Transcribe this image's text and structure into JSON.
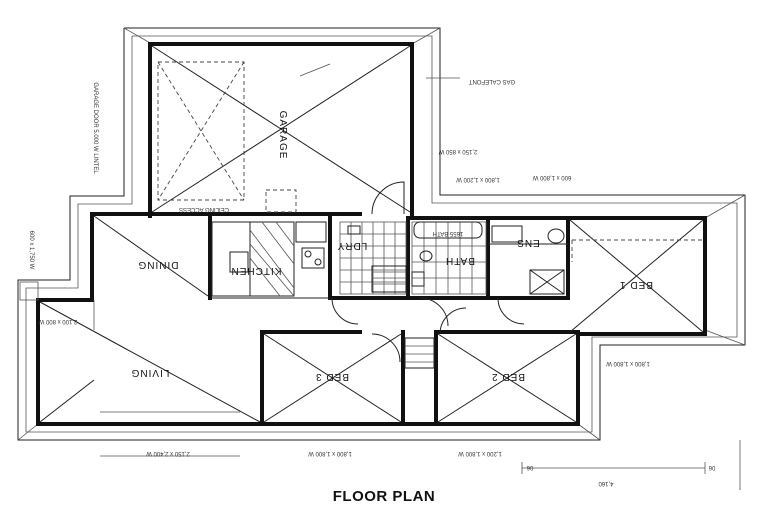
{
  "title": "FLOOR PLAN",
  "rooms": {
    "garage": "GARAGE",
    "dining": "DINING",
    "kitchen": "KITCHEN",
    "laundry": "LDRY",
    "bath": "BATH",
    "ensuite": "ENS",
    "bed1": "BED 1",
    "bed2": "BED 2",
    "bed3": "BED 3",
    "living": "LIVING"
  },
  "notes": {
    "ceiling_access": "CEILING ACCESS",
    "gas_calefont": "GAS CALEFONT",
    "bath_size": "1655 BATH",
    "garage_door": "GARAGE DOOR 5.000 W LINTEL",
    "window_top_1": "2,150 x 850 W",
    "window_top_2": "1,800 x 1,200 W",
    "window_top_3": "600 x 1,800 W",
    "window_left": "2,100 x 800 W",
    "window_left_small": "600 x 1,750 W",
    "window_right": "1,800 x 1,800 W",
    "window_bottom_1": "2,150 x 2,400 W",
    "window_bottom_2": "1,800 x 1,800 W",
    "window_bottom_3": "1,200 x 1,800 W",
    "dim_bottom": "4,160",
    "dim_mark_1": "06",
    "dim_mark_2": "06"
  }
}
